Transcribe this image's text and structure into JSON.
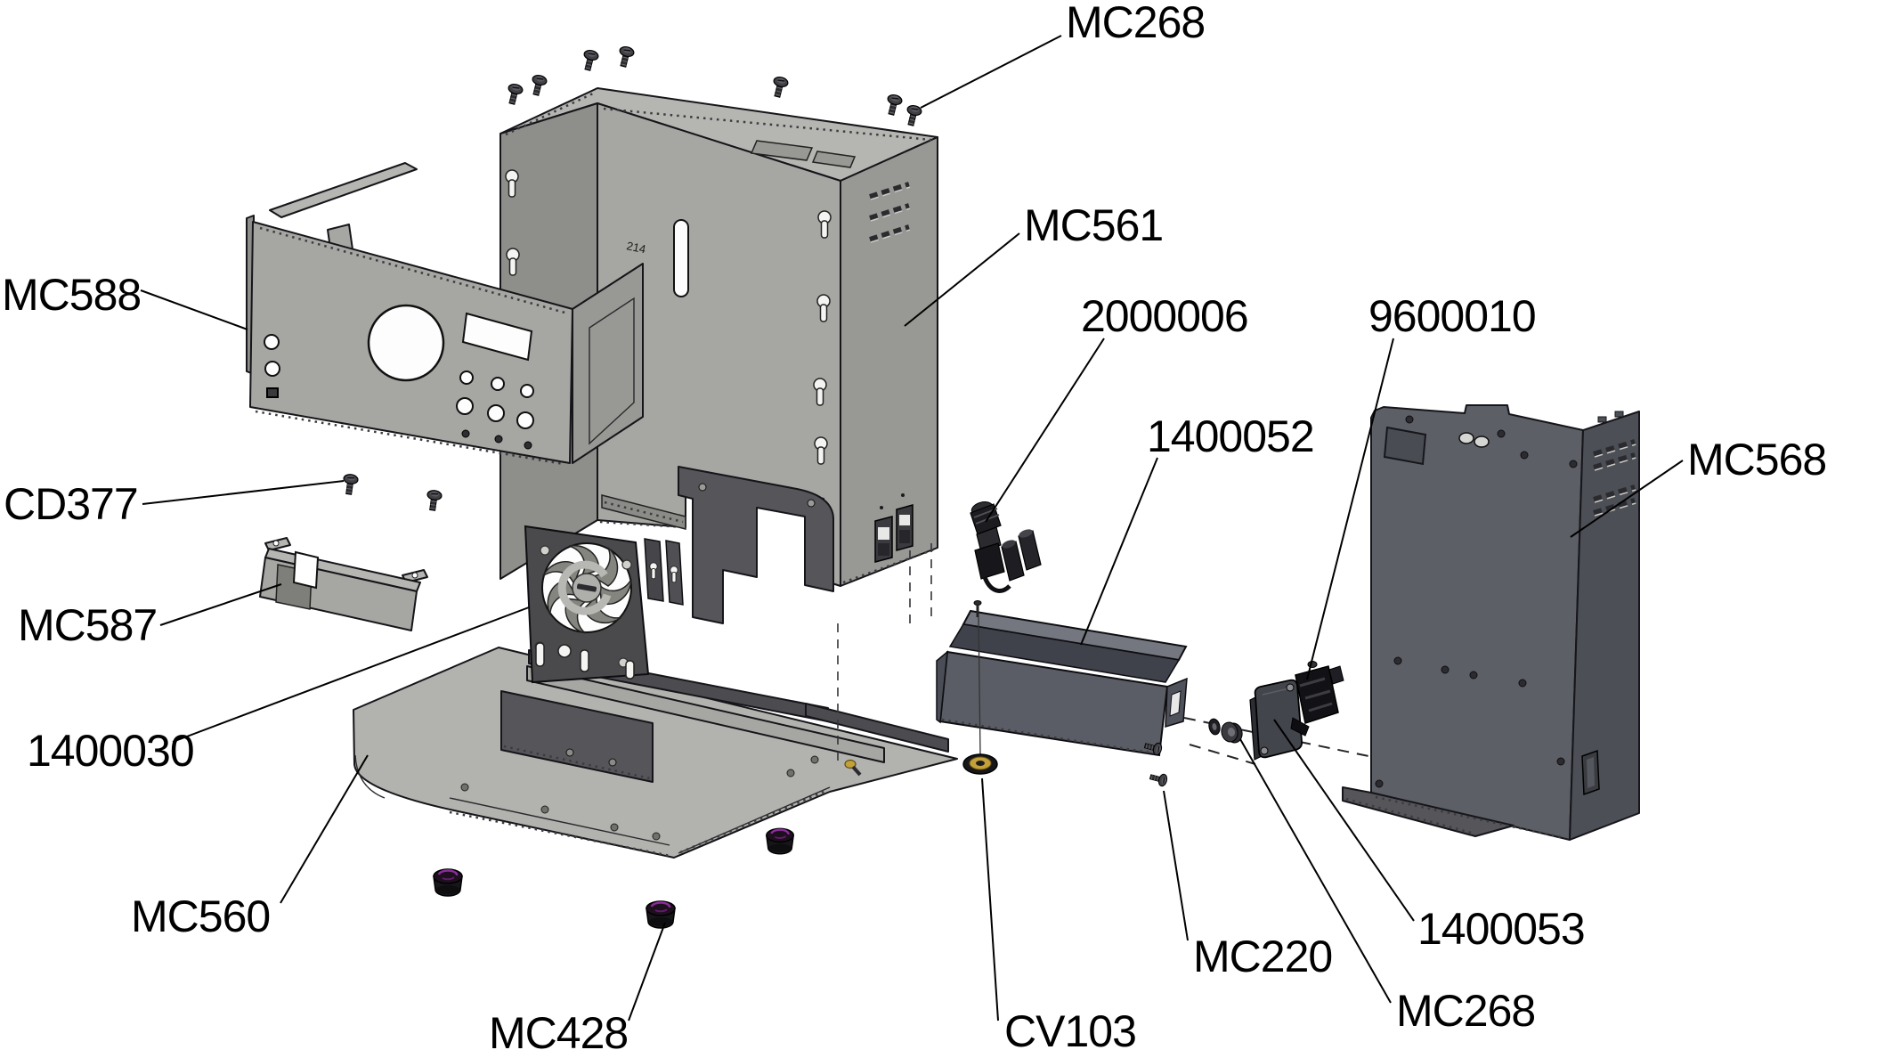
{
  "figure": {
    "kind": "exploded-parts-diagram",
    "background": "#ffffff"
  },
  "labels": {
    "mc268_top": "MC268",
    "mc561": "MC561",
    "p2000006": "2000006",
    "p9600010": "9600010",
    "p1400052": "1400052",
    "mc568": "MC568",
    "mc588": "MC588",
    "cd377": "CD377",
    "mc587": "MC587",
    "p1400030": "1400030",
    "mc560": "MC560",
    "mc428": "MC428",
    "cv103": "CV103",
    "mc220": "MC220",
    "p1400053": "1400053",
    "mc268_bottom": "MC268",
    "engraving": "214"
  },
  "colors": {
    "background": "#ffffff",
    "metal_light": "#a6a6a2",
    "metal_base": "#b2b2ae",
    "dark_panel": "#5c5f66",
    "frame_dark": "#55555a",
    "black_part": "#141418",
    "foot_accent": "#8d2b9c",
    "washer_gold": "#c2a13a",
    "line": "#000000"
  }
}
